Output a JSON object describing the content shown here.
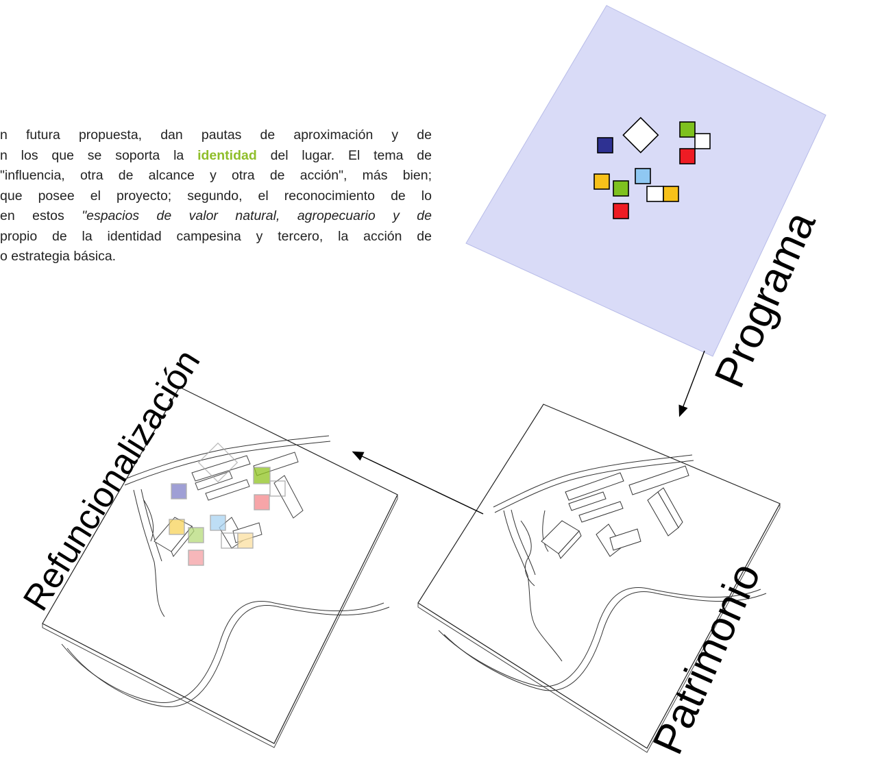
{
  "paragraph": {
    "line1": "n futura propuesta, dan pautas de aproximación y de",
    "line2_a": "n los que se soporta la ",
    "line2_hl": "identidad",
    "line2_b": " del lugar. El tema de",
    "line3": "\"influencia, otra de alcance y otra de acción\", más bien;",
    "line4": " que posee el proyecto; segundo, el reconocimiento de lo",
    "line5_a": " en estos ",
    "line5_it": "\"espacios de valor natural, agropecuario y de",
    "line6": "propio de la identidad campesina y tercero, la acción de",
    "line7": "o estrategia básica."
  },
  "labels": {
    "programa": "Programa",
    "patrimonio": "Patrimonio",
    "refuncionalizacion": "Refuncionalización"
  },
  "colors": {
    "plane": "#d9dbf7",
    "navy": "#2e3192",
    "yellow": "#f7c11a",
    "green": "#7ec11f",
    "red": "#ee1c24",
    "lightblue": "#8fc8f2",
    "highlight": "#8fbe2a"
  }
}
